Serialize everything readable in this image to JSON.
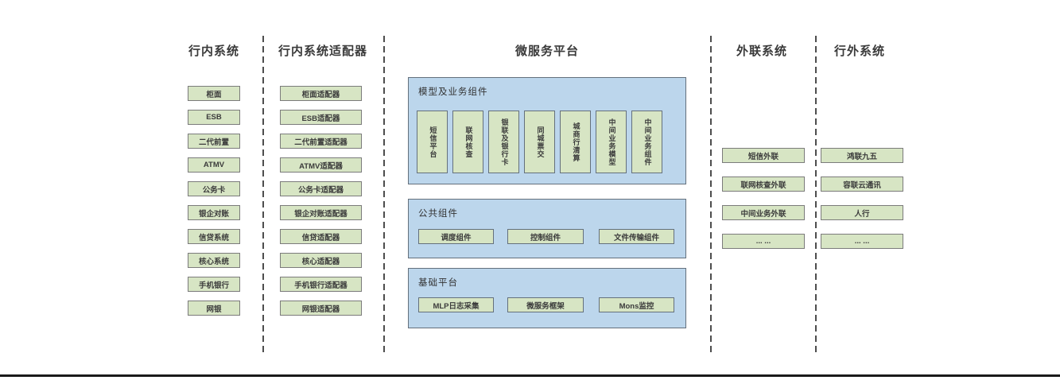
{
  "diagram": {
    "columns": {
      "inbank": {
        "title": "行内系统",
        "items": [
          "柜面",
          "ESB",
          "二代前置",
          "ATMV",
          "公务卡",
          "银企对账",
          "信贷系统",
          "核心系统",
          "手机银行",
          "网银"
        ]
      },
      "adapters": {
        "title": "行内系统适配器",
        "items": [
          "柜面适配器",
          "ESB适配器",
          "二代前置适配器",
          "ATMV适配器",
          "公务卡适配器",
          "银企对账适配器",
          "信贷适配器",
          "核心适配器",
          "手机银行适配器",
          "网银适配器"
        ]
      },
      "platform": {
        "title": "微服务平台",
        "panels": [
          {
            "label": "模型及业务组件",
            "items": [
              "短信平台",
              "联网核查",
              "银联及银行卡",
              "同城票交",
              "城商行清算",
              "中间业务模型",
              "中间业务组件"
            ]
          },
          {
            "label": "公共组件",
            "items": [
              "调度组件",
              "控制组件",
              "文件传输组件"
            ]
          },
          {
            "label": "基础平台",
            "items": [
              "MLP日志采集",
              "微服务框架",
              "Mons监控"
            ]
          }
        ]
      },
      "external_link": {
        "title": "外联系统",
        "items": [
          "短信外联",
          "联网核查外联",
          "中间业务外联",
          "... ..."
        ]
      },
      "outbank": {
        "title": "行外系统",
        "items": [
          "鸿联九五",
          "容联云通讯",
          "人行",
          "... ..."
        ]
      }
    },
    "colors": {
      "box_fill": "#d7e5c4",
      "box_border": "#7b7b7b",
      "panel_fill": "#bcd6ec",
      "panel_border": "#64707c",
      "divider": "#4d4d4d",
      "text": "#3a3a3a",
      "bottom_rule": "#1a1a1a"
    }
  }
}
